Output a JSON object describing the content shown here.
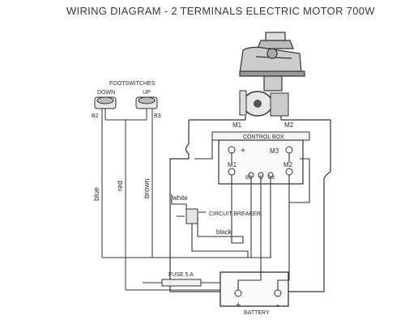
{
  "title": "WIRING DIAGRAM - 2 TERMINALS  ELECTRIC  MOTOR 700W",
  "footswitches": {
    "heading": "FOOTSWITCHES",
    "down": "DOWN",
    "up": "UP",
    "b2": "B2",
    "b3": "B3"
  },
  "motor": {
    "m1": "M1",
    "m2": "M2"
  },
  "control_box": {
    "label": "CONTROL BOX",
    "plus": "+",
    "m3": "M3",
    "m1": "M1",
    "m2": "M2",
    "b2": "B2",
    "c": "C",
    "b3": "B3"
  },
  "wires": {
    "blue": "blue",
    "red": "red",
    "brown": "brown",
    "white": "white",
    "black": "black"
  },
  "circuit_breaker": "CIRCUIT BREAKER",
  "fuse": "FUSE 5 A",
  "battery": {
    "label": "BATTERY",
    "plus": "+",
    "minus": "-"
  }
}
